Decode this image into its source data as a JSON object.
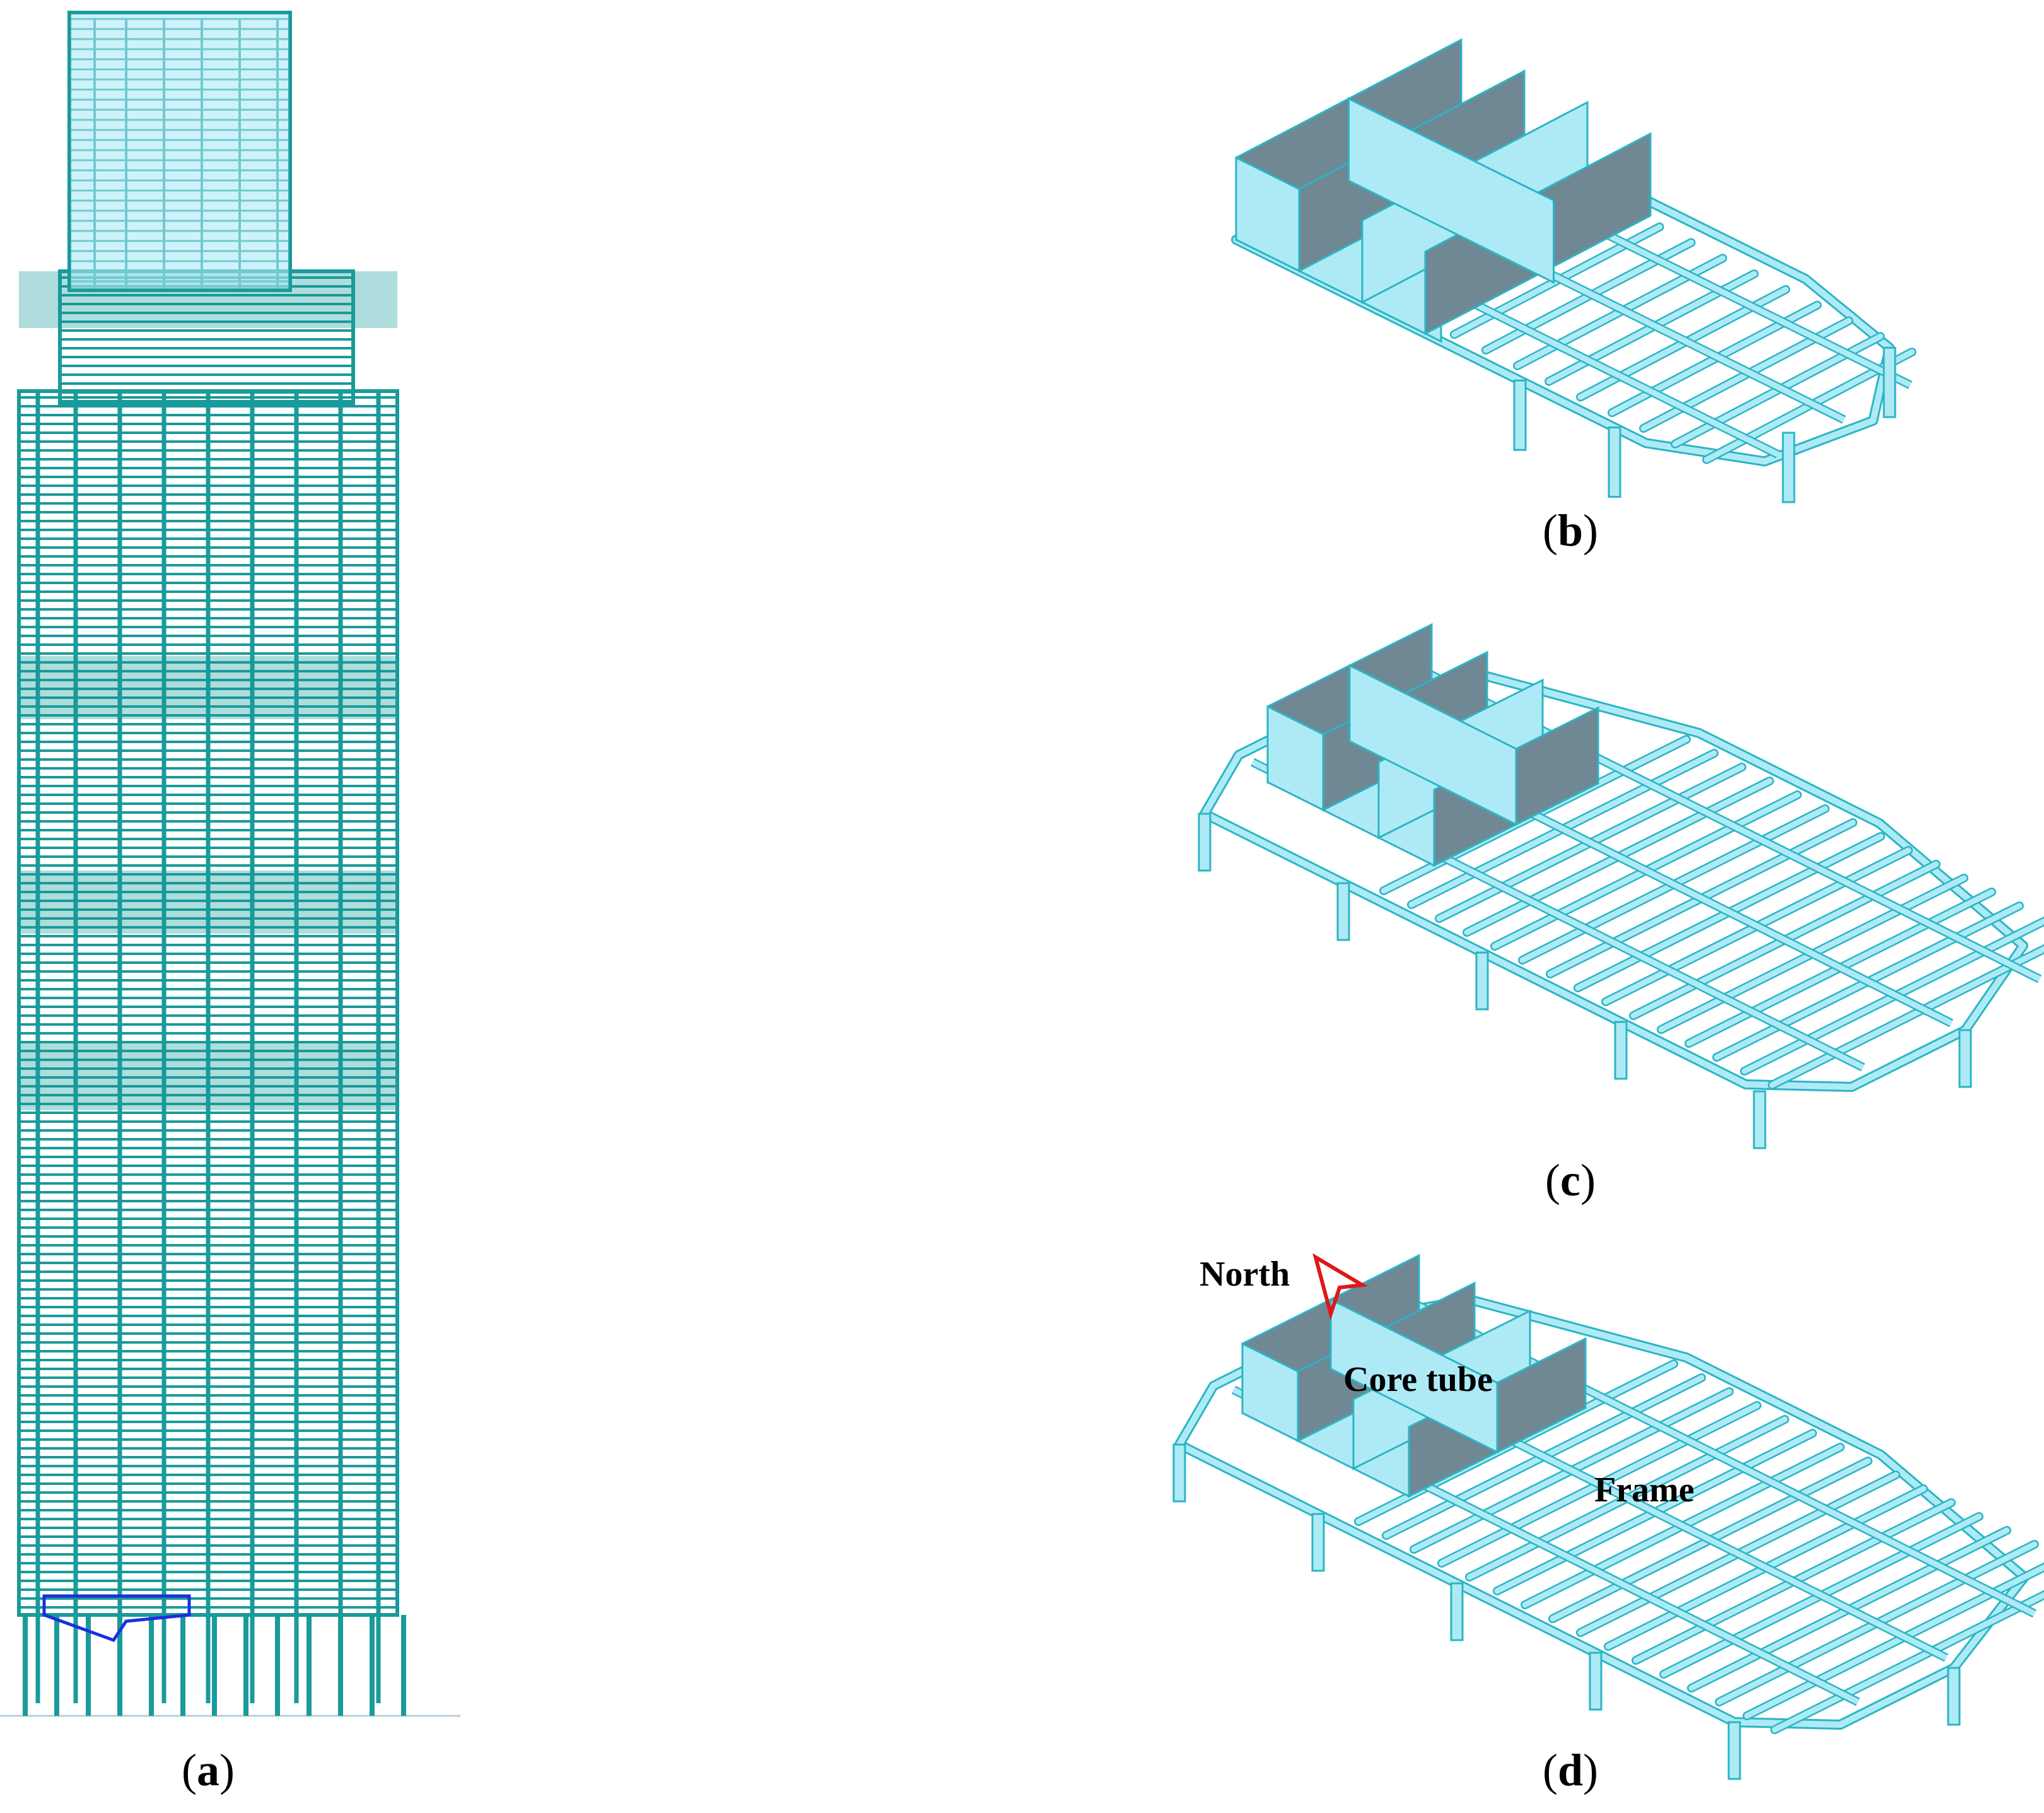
{
  "panels": [
    {
      "id": "a",
      "caption_open": "(",
      "caption_letter": "a",
      "caption_close": ")"
    },
    {
      "id": "b",
      "caption_open": "(",
      "caption_letter": "b",
      "caption_close": ")"
    },
    {
      "id": "c",
      "caption_open": "(",
      "caption_letter": "c",
      "caption_close": ")"
    },
    {
      "id": "d",
      "caption_open": "(",
      "caption_letter": "d",
      "caption_close": ")"
    }
  ],
  "annotations": {
    "north": "North",
    "core_tube": "Core tube",
    "frame": "Frame"
  },
  "colors": {
    "member_fill": "#aeeaf5",
    "member_stroke": "#2bb5c5",
    "tower_line": "#1a9a9a",
    "shadow": "#6f8894",
    "north_arrow": "#e01818",
    "highlight": "#1a2ee0"
  }
}
